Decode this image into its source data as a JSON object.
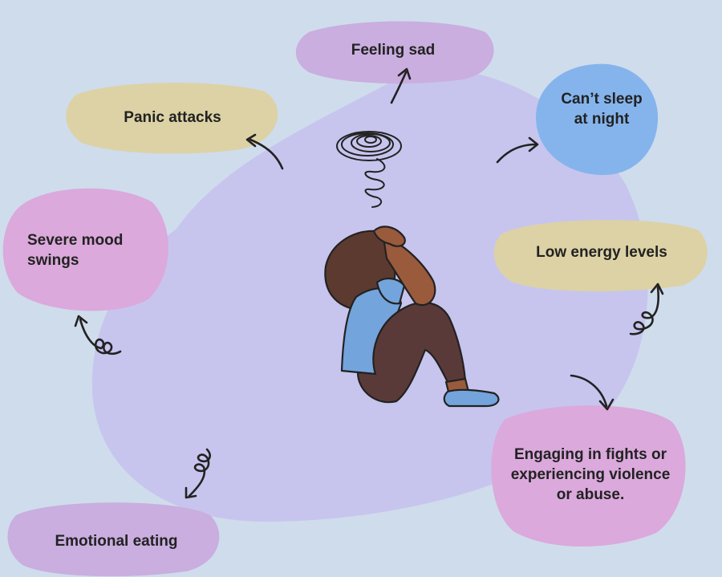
{
  "colors": {
    "background": "#cfdcec",
    "central_blob": "#c7c5ee",
    "purple": "#c9aedf",
    "pink": "#dba9dc",
    "khaki": "#dcd2a5",
    "blue": "#85b4ec",
    "ink": "#222222",
    "skin": "#9a5a3c",
    "hair": "#5c3a30",
    "shirt": "#74a4dc",
    "pants": "#5a3a38"
  },
  "symptoms": {
    "feeling_sad": "Feeling sad",
    "panic_attacks": "Panic attacks",
    "cant_sleep": "Can’t sleep\nat night",
    "mood_swings": "Severe mood\nswings",
    "low_energy": "Low energy levels",
    "fights": "Engaging in fights or\nexperiencing violence\nor abuse.",
    "emotional_eating": "Emotional eating"
  },
  "icons": {
    "center": "distressed-person-icon",
    "above_head": "scribble-cloud-icon",
    "connectors": "hand-drawn-arrow-icon"
  }
}
